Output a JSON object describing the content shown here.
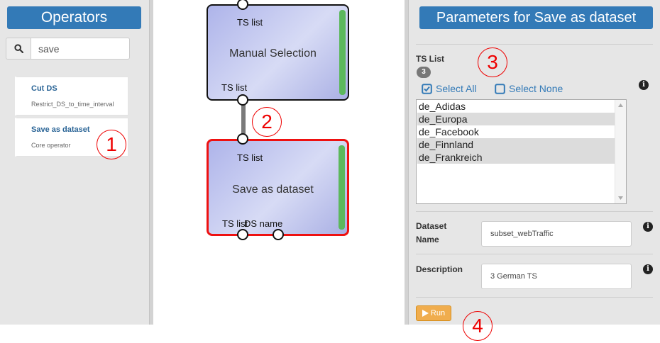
{
  "operators_panel": {
    "title": "Operators",
    "search": {
      "value": "save",
      "icon": "search-icon"
    },
    "items": [
      {
        "name": "Cut DS",
        "description": "Restrict_DS_to_time_interval"
      },
      {
        "name": "Save as dataset",
        "description": "Core operator"
      }
    ]
  },
  "annotations": [
    "1",
    "2",
    "3",
    "4"
  ],
  "canvas": {
    "nodes": [
      {
        "title": "Manual Selection",
        "input_label": "TS list",
        "output_labels": [
          "TS list"
        ]
      },
      {
        "title": "Save as dataset",
        "input_label": "TS list",
        "output_labels": [
          "TS list",
          "DS name"
        ]
      }
    ]
  },
  "parameters_panel": {
    "title": "Parameters for Save as dataset",
    "ts_list": {
      "label": "TS List",
      "count": "3",
      "select_all": "Select All",
      "select_none": "Select None",
      "items": [
        {
          "label": "de_Adidas",
          "selected": false
        },
        {
          "label": "de_Europa",
          "selected": true
        },
        {
          "label": "de_Facebook",
          "selected": false
        },
        {
          "label": "de_Finnland",
          "selected": true
        },
        {
          "label": "de_Frankreich",
          "selected": true
        }
      ]
    },
    "dataset_name": {
      "label_line1": "Dataset",
      "label_line2": "Name",
      "value": "subset_webTraffic"
    },
    "description": {
      "label": "Description",
      "value": "3 German TS"
    },
    "run_label": "Run"
  },
  "colors": {
    "panel_header": "#337ab7",
    "selected_node_border": "#ee1111",
    "node_status_bar": "#5cb85c",
    "run_button": "#f0ad4e",
    "annotation": "#ee0000"
  }
}
